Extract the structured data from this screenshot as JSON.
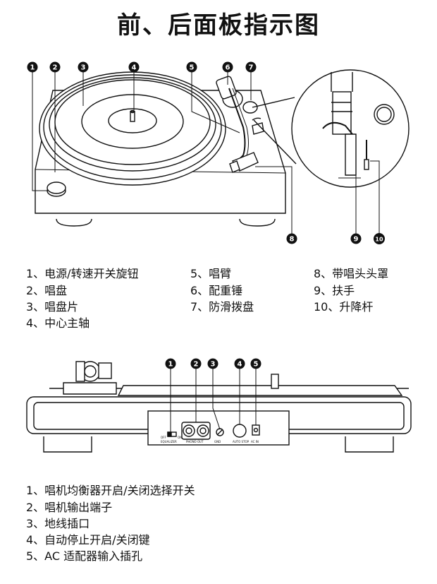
{
  "title": "前、后面板指示图",
  "front": {
    "callouts": [
      "1",
      "2",
      "3",
      "4",
      "5",
      "6",
      "7",
      "8",
      "9",
      "10"
    ],
    "legend": [
      "1、电源/转速开关旋钮",
      "2、唱盘",
      "3、唱盘片",
      "4、中心主轴",
      "5、唱臂",
      "6、配重锤",
      "7、防滑拨盘",
      "8、带唱头头罩",
      "9、扶手",
      "10、升降杆"
    ]
  },
  "back": {
    "callouts": [
      "1",
      "2",
      "3",
      "4",
      "5"
    ],
    "panel_text": {
      "off": "OFF",
      "on": "ON",
      "eq_sw": "EQUALIZER",
      "phono_out": "PHONO OUT",
      "gnd": "GND",
      "auto_stop": "AUTO STOP",
      "ac_in": "AC IN"
    },
    "legend": [
      "1、唱机均衡器开启/关闭选择开关",
      "2、唱机输出端子",
      "3、地线插口",
      "4、自动停止开启/关闭键",
      "5、AC 适配器输入插孔"
    ]
  }
}
